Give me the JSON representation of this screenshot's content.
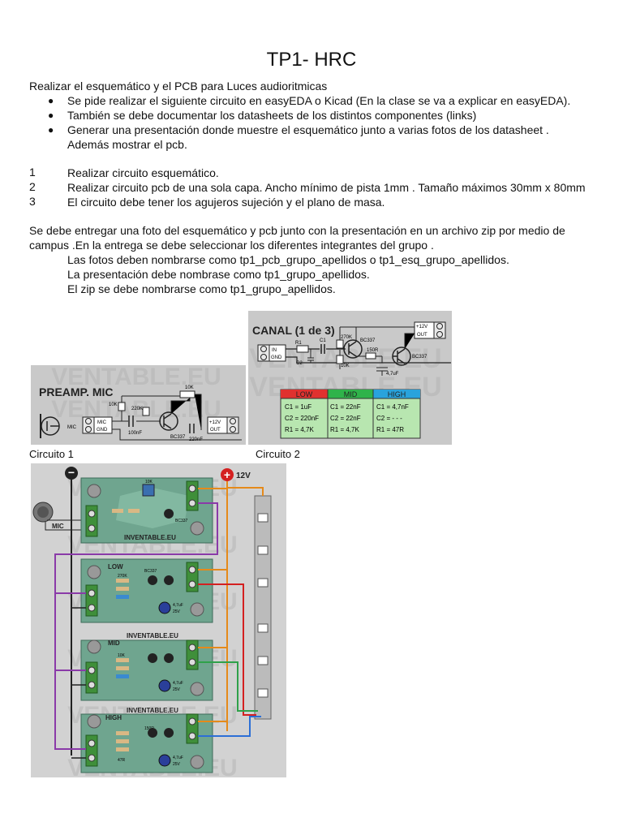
{
  "doc": {
    "title": "TP1- HRC",
    "intro": "Realizar el esquemático y el PCB para Luces audioritmicas",
    "bullets": [
      "Se pide realizar el siguiente circuito en easyEDA o Kicad (En la clase se va a explicar en easyEDA).",
      "También se debe documentar los datasheets de los distintos componentes (links)",
      "Generar una presentación donde muestre el esquemático junto a varias fotos de los datasheet .",
      "Además mostrar el pcb."
    ],
    "steps": [
      {
        "n": "1",
        "text": "Realizar circuito esquemático."
      },
      {
        "n": "2",
        "text": "Realizar circuito pcb de una sola capa. Ancho mínimo de pista 1mm . Tamaño máximos 30mm x 80mm"
      },
      {
        "n": "3",
        "text": "El circuito debe tener los agujeros sujeción y el plano de masa."
      }
    ],
    "delivery": [
      "Se debe entregar una foto del esquemático y pcb junto con la presentación en un archivo zip por medio de",
      "campus .En la entrega se debe seleccionar los diferentes integrantes del grupo ."
    ],
    "naming": [
      "Las fotos deben nombrarse como tp1_pcb_grupo_apellidos o tp1_esq_grupo_apellidos.",
      "La presentación debe nombrase como tp1_grupo_apellidos.",
      "El zip se debe nombrarse como tp1_grupo_apellidos."
    ]
  },
  "figures": {
    "caption1": "Circuito 1",
    "caption2": "Circuito 2",
    "watermark": "VENTABLE.EU",
    "preamp": {
      "title": "PREAMP. MIC",
      "mic": "MIC",
      "gnd": "GND",
      "plus12": "+12V",
      "out": "OUT",
      "r10k": "10K",
      "r220k": "220K",
      "pot10k": "10K",
      "c100n": "100nF",
      "c220n": "220nF",
      "transistor": "BC337"
    },
    "canal": {
      "title": "CANAL (1 de 3)",
      "in": "IN",
      "gnd": "GND",
      "plus12": "+12V",
      "out": "OUT",
      "r1": "R1",
      "c1": "C1",
      "c2": "C2",
      "r270k": "270K",
      "r10k": "10K",
      "r150": "150R",
      "c47": "4,7uF",
      "t1": "BC337",
      "t2": "BC337",
      "table": {
        "headers": [
          "LOW",
          "MID",
          "HIGH"
        ],
        "rows": [
          [
            "C1 = 1uF",
            "C1 = 22nF",
            "C1 = 4,7nF"
          ],
          [
            "C2 = 220nF",
            "C2 = 22nF",
            "C2 = - - -"
          ],
          [
            "R1 = 4,7K",
            "R1 = 4,7K",
            "R1 = 47R"
          ]
        ],
        "colors": [
          "#e0312f",
          "#2fb34a",
          "#29a3dc"
        ]
      }
    },
    "board": {
      "minus": "−",
      "plus": "+",
      "plus12": "12V",
      "mic": "MIC",
      "brand": "INVENTABLE.EU",
      "low": "LOW",
      "mid": "MID",
      "high": "HIGH",
      "pot": "10K",
      "transistor": "BC337",
      "cap": "4,7uF",
      "capv": "25V",
      "r270k": "270K",
      "r10k": "10K",
      "r150": "150R",
      "r47": "47R"
    }
  }
}
